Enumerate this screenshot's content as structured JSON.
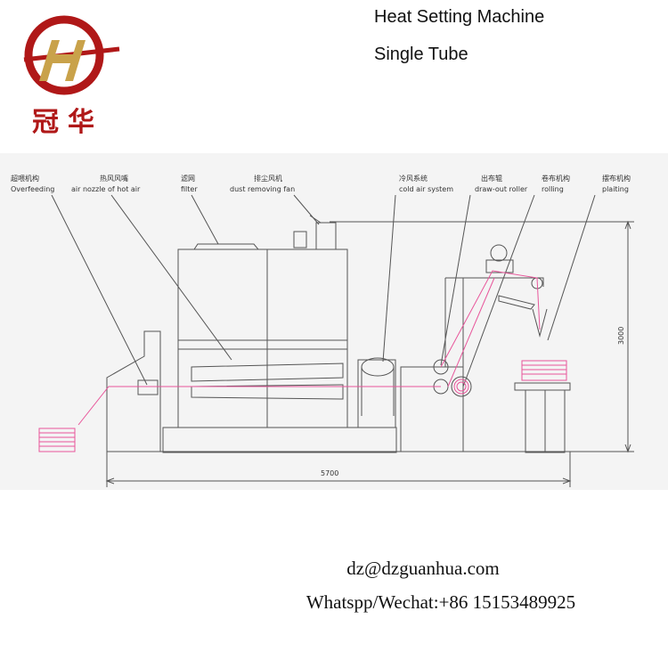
{
  "header": {
    "title_line1": "Heat Setting Machine",
    "title_line2": "Single Tube",
    "brand_chinese": "冠华",
    "logo_colors": {
      "ring": "#b01818",
      "letter": "#c9a24a"
    }
  },
  "diagram": {
    "labels": [
      {
        "id": "overfeeding",
        "cn": "超喂机构",
        "en": "Overfeeding"
      },
      {
        "id": "nozzle",
        "cn": "热风风嘴",
        "en": "air nozzle of hot air"
      },
      {
        "id": "filter",
        "cn": "滤网",
        "en": "filter"
      },
      {
        "id": "dust-fan",
        "cn": "排尘风机",
        "en": "dust removing fan"
      },
      {
        "id": "cold-air",
        "cn": "冷风系统",
        "en": "cold air system"
      },
      {
        "id": "draw-out",
        "cn": "出布辊",
        "en": "draw-out roller"
      },
      {
        "id": "rolling",
        "cn": "卷布机构",
        "en": "rolling"
      },
      {
        "id": "plaiting",
        "cn": "摆布机构",
        "en": "plaiting"
      }
    ],
    "dimensions": {
      "length": "5700",
      "height": "3000"
    },
    "colors": {
      "line": "#555555",
      "fabric": "#e8559a"
    }
  },
  "contact": {
    "email": "dz@dzguanhua.com",
    "phone": "Whatspp/Wechat:+86 15153489925"
  }
}
